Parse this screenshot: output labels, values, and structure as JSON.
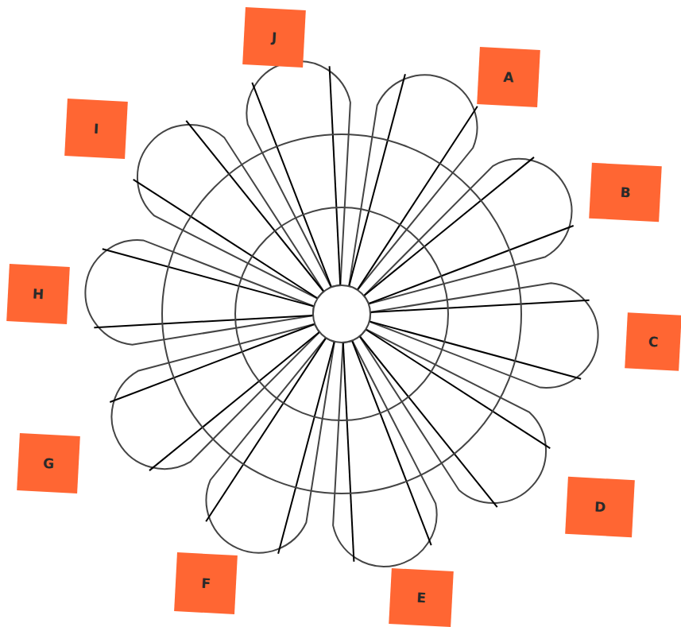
{
  "diagram": {
    "nodes": [
      {
        "text": [
          "J"
        ]
      },
      {
        "text": [
          "A"
        ]
      },
      {
        "text": [
          "I"
        ]
      },
      {
        "text": [
          "B"
        ]
      },
      {
        "text": [
          "H"
        ]
      },
      {
        "text": [
          "C"
        ]
      },
      {
        "text": [
          "G"
        ]
      },
      {
        "text": [
          "D"
        ]
      },
      {
        "text": [
          "F"
        ]
      },
      {
        "text": [
          "E"
        ]
      }
    ]
  }
}
